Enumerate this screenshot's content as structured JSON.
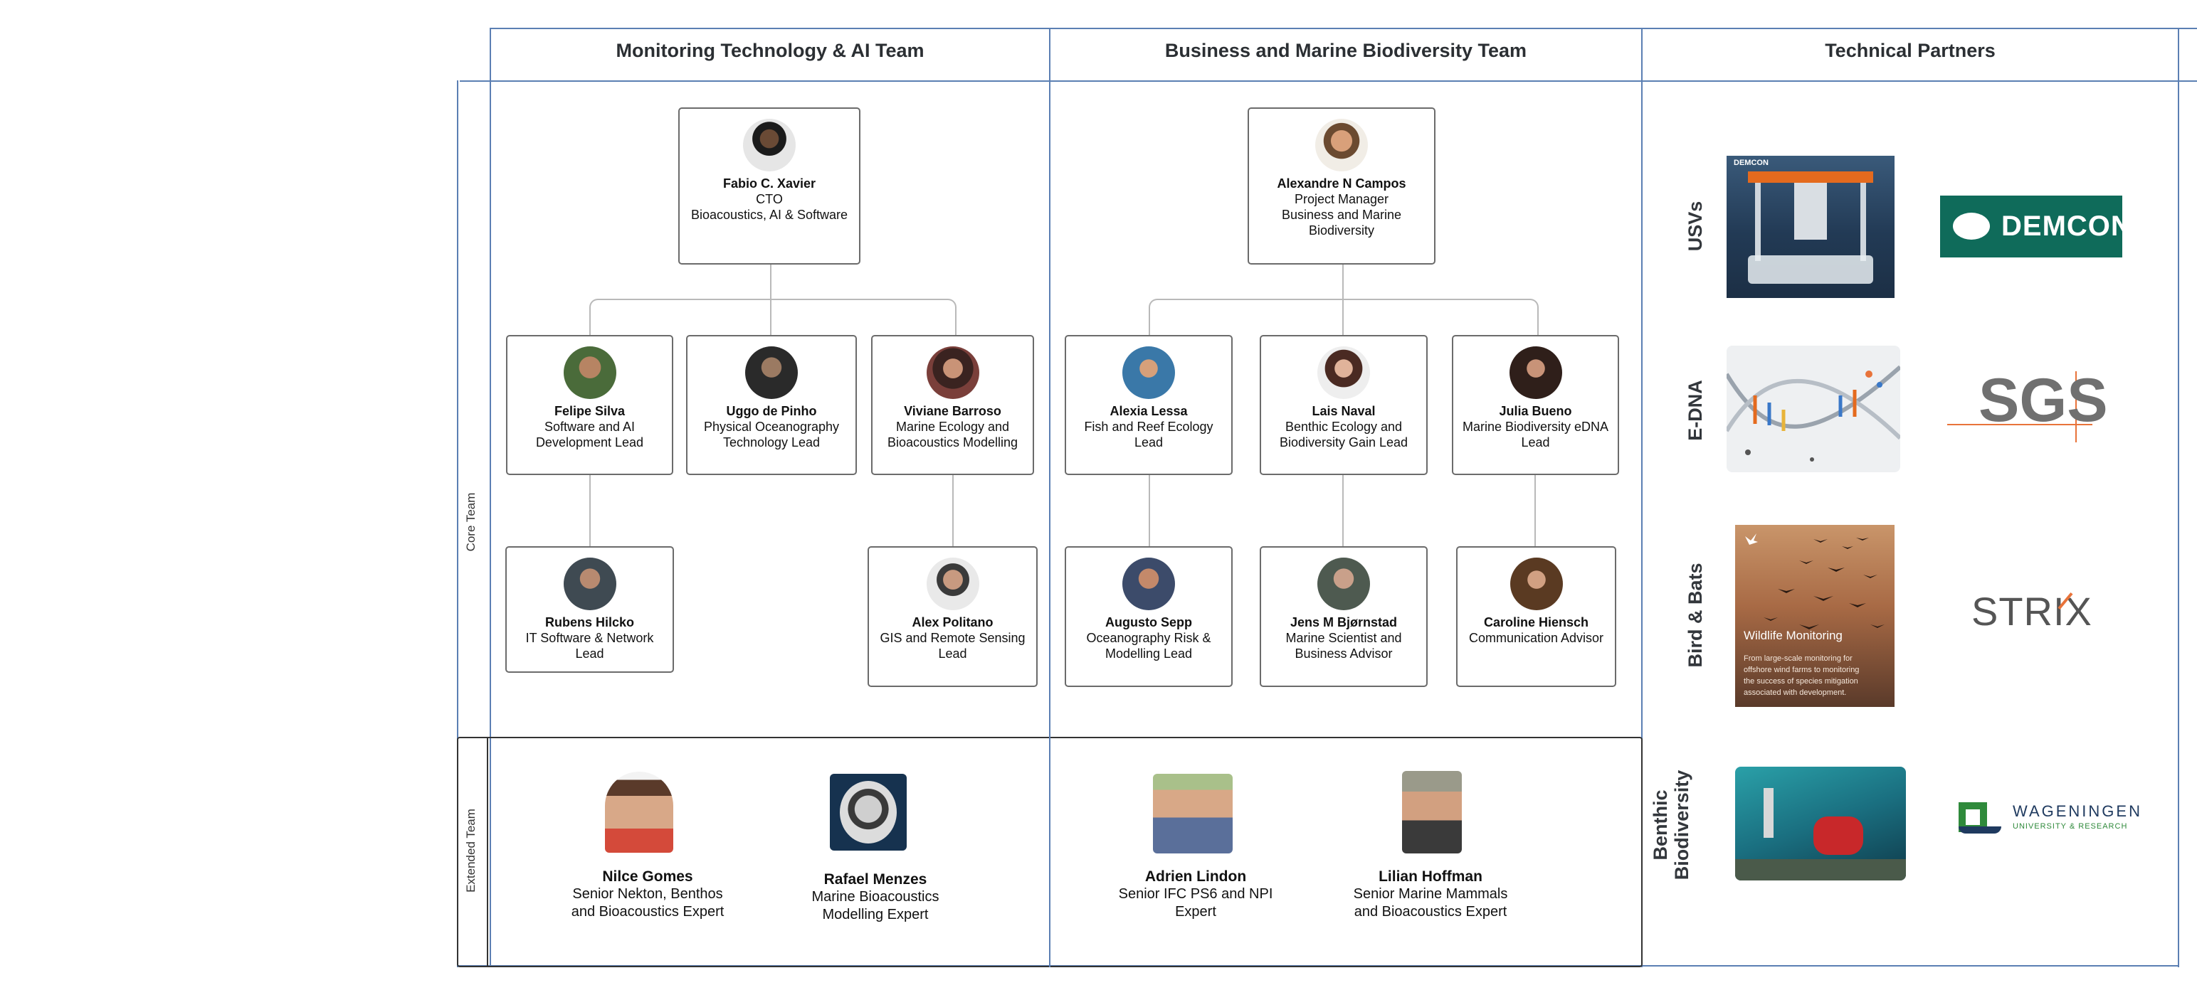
{
  "columns": {
    "monitoring": "Monitoring Technology & AI Team",
    "business": "Business and Marine Biodiversity Team",
    "partners": "Technical Partners"
  },
  "rows": {
    "core": "Core Team",
    "extended": "Extended Team"
  },
  "people": {
    "fabio": {
      "name": "Fabio C. Xavier",
      "role1": "CTO",
      "role2": "Bioacoustics, AI & Software"
    },
    "alexandre": {
      "name": "Alexandre N Campos",
      "role1": "Project Manager",
      "role2": "Business and Marine",
      "role3": "Biodiversity"
    },
    "felipe": {
      "name": "Felipe Silva",
      "role1": "Software and AI",
      "role2": "Development Lead"
    },
    "uggo": {
      "name": "Uggo de Pinho",
      "role1": "Physical Oceanography",
      "role2": "Technology Lead"
    },
    "viviane": {
      "name": "Viviane Barroso",
      "role1": "Marine Ecology and",
      "role2": "Bioacoustics Modelling"
    },
    "alexia": {
      "name": "Alexia Lessa",
      "role1": "Fish and Reef Ecology",
      "role2": "Lead"
    },
    "lais": {
      "name": "Lais Naval",
      "role1": "Benthic Ecology and",
      "role2": "Biodiversity Gain Lead"
    },
    "julia": {
      "name": "Julia Bueno",
      "role1": "Marine Biodiversity eDNA",
      "role2": "Lead"
    },
    "rubens": {
      "name": "Rubens Hilcko",
      "role1": "IT Software & Network",
      "role2": "Lead"
    },
    "alex": {
      "name": "Alex Politano",
      "role1": "GIS and Remote Sensing",
      "role2": "Lead"
    },
    "augusto": {
      "name": "Augusto Sepp",
      "role1": "Oceanography Risk &",
      "role2": "Modelling Lead"
    },
    "jens": {
      "name": "Jens M Bjørnstad",
      "role1": "Marine Scientist and",
      "role2": "Business Advisor"
    },
    "caroline": {
      "name": "Caroline Hiensch",
      "role1": "Communication Advisor"
    }
  },
  "extended": {
    "nilce": {
      "name": "Nilce Gomes",
      "role1": "Senior Nekton, Benthos",
      "role2": "and Bioacoustics Expert"
    },
    "rafael": {
      "name": "Rafael Menzes",
      "role1": "Marine Bioacoustics",
      "role2": "Modelling Expert"
    },
    "adrien": {
      "name": "Adrien Lindon",
      "role1": "Senior IFC PS6 and NPI",
      "role2": "Expert"
    },
    "lilian": {
      "name": "Lilian Hoffman",
      "role1": "Senior Marine Mammals",
      "role2": "and Bioacoustics Expert"
    }
  },
  "partners": {
    "usv": {
      "category": "USVs",
      "logo": "DEMCON",
      "photo_label": "DEMCON"
    },
    "edna": {
      "category": "E-DNA",
      "logo": "SGS"
    },
    "birds": {
      "category": "Bird & Bats",
      "logo": "STRIX",
      "card_title": "Wildlife Monitoring",
      "card_text1": "From large-scale monitoring for",
      "card_text2": "offshore wind farms to monitoring",
      "card_text3": "the success of species mitigation",
      "card_text4": "associated with development."
    },
    "benthic": {
      "category1": "Benthic",
      "category2": "Biodiversity",
      "logo1": "WAGENINGEN",
      "logo2": "UNIVERSITY & RESEARCH"
    }
  },
  "colors": {
    "frame": "#5b7fb3",
    "card_border": "#6b6b6b",
    "demcon_green": "#0f6b5a",
    "sgs_orange": "#e8733a",
    "wur_green": "#2f8a3b"
  }
}
